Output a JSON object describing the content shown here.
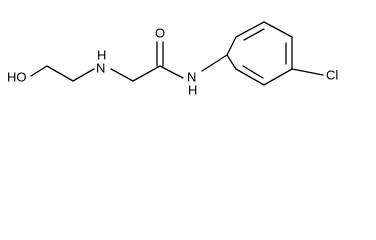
{
  "molecule": {
    "labels": {
      "hydroxyl": "HO",
      "amine": "H",
      "amine_n": "N",
      "amide_o": "O",
      "amide_n": "N",
      "amide_h": "H",
      "chlorine": "Cl"
    },
    "colors": {
      "bond": "#000000",
      "text": "#000000",
      "background": "#ffffff"
    }
  }
}
